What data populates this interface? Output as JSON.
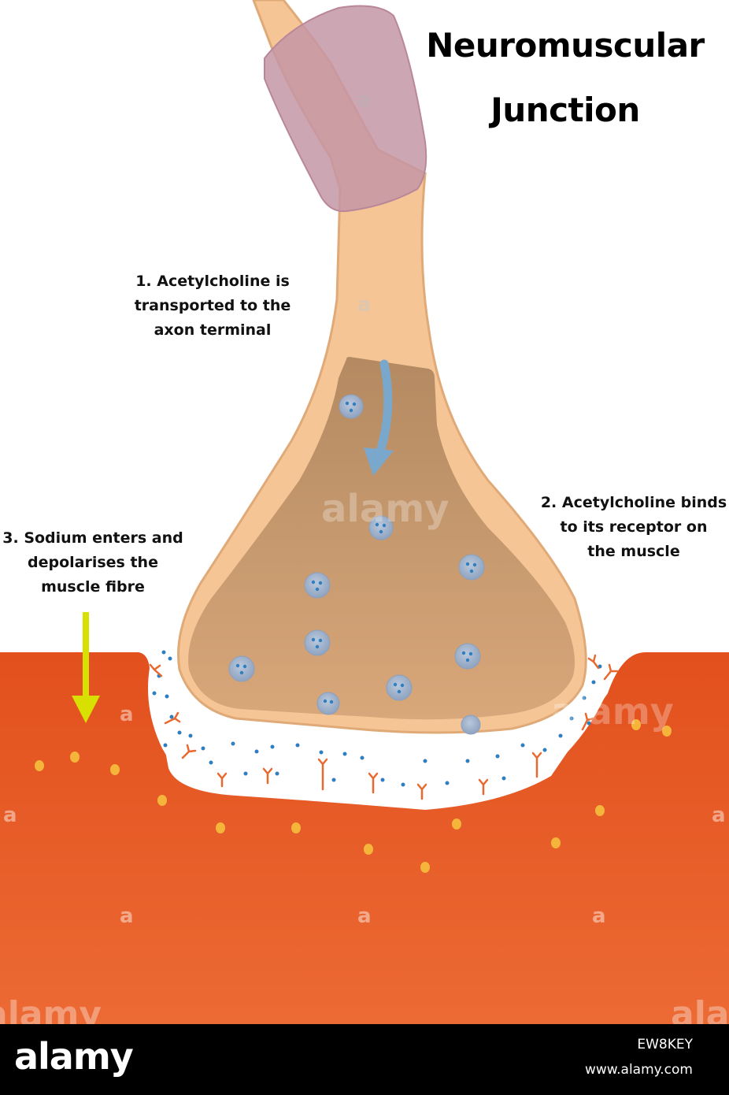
{
  "title": {
    "line1": "Neuromuscular",
    "line2": "Junction"
  },
  "labels": {
    "step1": [
      "1.  Acetylcholine is",
      "transported to the",
      "axon terminal"
    ],
    "step2": [
      "2.  Acetylcholine binds",
      "to its receptor on",
      "the muscle"
    ],
    "step3": [
      "3.  Sodium enters and",
      "depolarises the",
      "muscle fibre"
    ]
  },
  "watermark": {
    "text": "alamy",
    "mark": "a"
  },
  "footer": {
    "logo": "alamy",
    "image_id": "EW8KEY",
    "url": "www.alamy.com"
  },
  "colors": {
    "muscle": "#e85a25",
    "axon": "#f7c89b",
    "axon_outline": "#d9a06e",
    "terminal_fill": "#c79a6e",
    "myelin": "#c89aa6",
    "vesicle": "#8fa6c4",
    "acetylcholine": "#2f7fc0",
    "receptor": "#e8692f",
    "sodium": "#f5b53a",
    "arrow_blue": "#7aa8cc",
    "arrow_yellow": "#d7e000"
  }
}
